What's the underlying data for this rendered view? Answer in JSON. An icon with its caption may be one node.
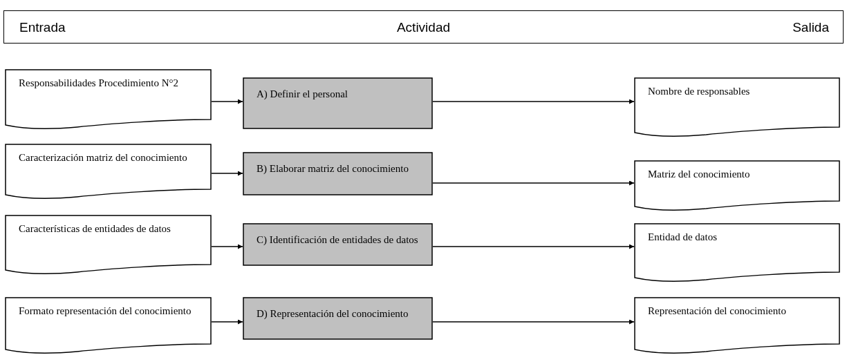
{
  "diagram": {
    "nodes": [
      {
        "text": [
          "Entrada",
          "Actividad",
          "Salida"
        ]
      },
      {
        "text": [
          "Responsabilidades Procedimiento N°2"
        ]
      },
      {
        "text": [
          "A) Definir el personal"
        ]
      },
      {
        "text": [
          "Nombre de responsables"
        ]
      },
      {
        "text": [
          "Caracterización matriz del conocimiento"
        ]
      },
      {
        "text": [
          "B) Elaborar matriz del conocimiento"
        ]
      },
      {
        "text": [
          "Matriz del conocimiento"
        ]
      },
      {
        "text": [
          "Características de entidades de datos"
        ]
      },
      {
        "text": [
          "C) Identificación de entidades de datos"
        ]
      },
      {
        "text": [
          "Entidad de datos"
        ]
      },
      {
        "text": [
          "Formato representación del conocimiento"
        ]
      },
      {
        "text": [
          "D) Representación del conocimiento"
        ]
      },
      {
        "text": [
          "Representación del conocimiento"
        ]
      }
    ],
    "edges": [
      {
        "from": 1,
        "to": 2,
        "arrow": "to"
      },
      {
        "from": 2,
        "to": 3,
        "arrow": "to"
      },
      {
        "from": 4,
        "to": 5,
        "arrow": "to"
      },
      {
        "from": 5,
        "to": 6,
        "arrow": "to"
      },
      {
        "from": 7,
        "to": 8,
        "arrow": "to"
      },
      {
        "from": 8,
        "to": 9,
        "arrow": "to"
      },
      {
        "from": 10,
        "to": 11,
        "arrow": "to"
      },
      {
        "from": 11,
        "to": 12,
        "arrow": "to"
      }
    ]
  }
}
